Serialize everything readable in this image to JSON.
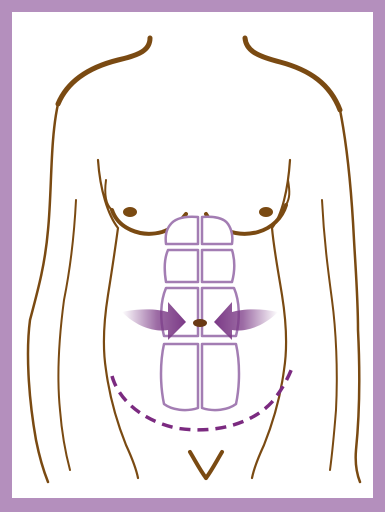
{
  "figure": {
    "subject": "torso-abdominal-muscles-diagram",
    "colors": {
      "frame": "#b48fbd",
      "body_outline": "#7a4a12",
      "muscle_outline": "#a37db3",
      "muscle_fill": "#ffffff",
      "arrow": "#7b3a86",
      "incision_line": "#7b2a80",
      "navel": "#6a3a14"
    },
    "icons": [
      "left-arrow-icon",
      "right-arrow-icon"
    ],
    "elements": {
      "muscle_segments": 8,
      "arrows": 2,
      "incision": "dashed-curve"
    }
  }
}
